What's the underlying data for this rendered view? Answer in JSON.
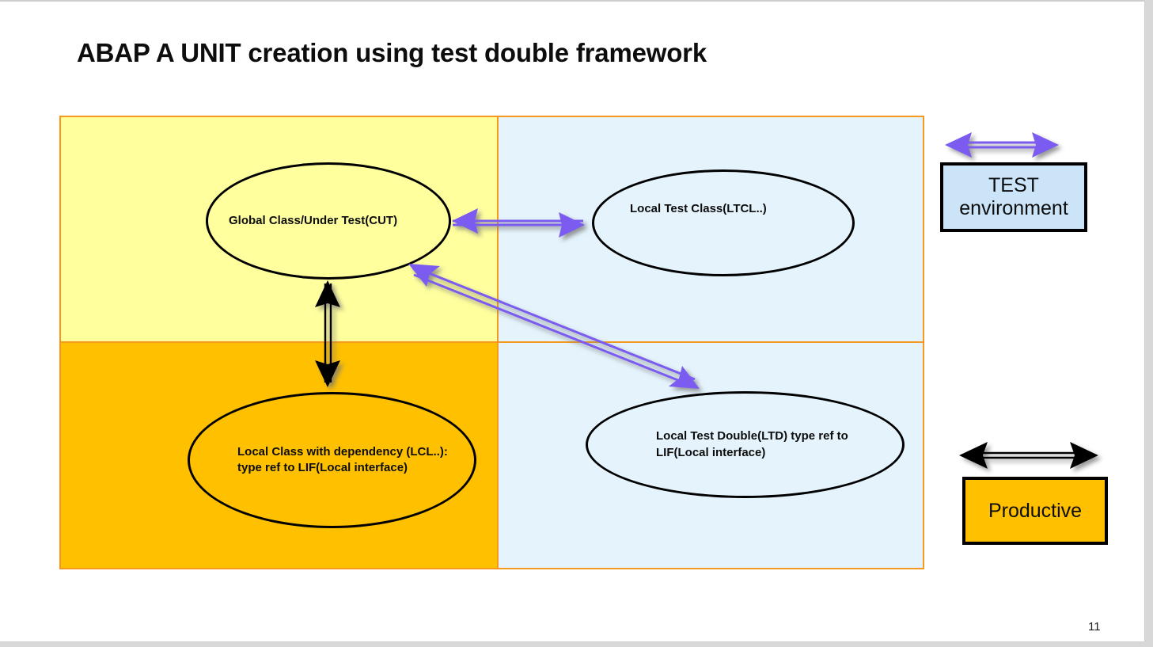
{
  "slide": {
    "title": "ABAP A UNIT creation using test double framework",
    "page_number": "11"
  },
  "colors": {
    "quadrant_top_left": "#ffff9e",
    "quadrant_top_right": "#e4f3fc",
    "quadrant_bottom_left": "#ffc000",
    "quadrant_bottom_right": "#e4f3fc",
    "grid_border": "#f59a1f",
    "test_arrow": "#7b5cf0",
    "productive_arrow": "#000000",
    "node_outline": "#000000",
    "test_legend_fill": "#cce4f7",
    "productive_legend_fill": "#ffc000"
  },
  "nodes": {
    "cut": {
      "label": "Global Class/Under Test(CUT)"
    },
    "ltcl": {
      "label": "Local Test Class(LTCL..)"
    },
    "lcl": {
      "label": "Local Class with dependency (LCL..):  type ref to LIF(Local interface)"
    },
    "ltd": {
      "label": "Local Test Double(LTD) type ref to LIF(Local interface)"
    }
  },
  "connectors": [
    {
      "name": "cut-to-ltcl",
      "style": "test",
      "direction": "double"
    },
    {
      "name": "cut-to-lcl",
      "style": "productive",
      "direction": "double"
    },
    {
      "name": "cut-to-ltd",
      "style": "test",
      "direction": "double"
    }
  ],
  "legend": {
    "test": {
      "label": "TEST\nenvironment",
      "line1": "TEST",
      "line2": "environment"
    },
    "productive": {
      "label": "Productive"
    }
  }
}
